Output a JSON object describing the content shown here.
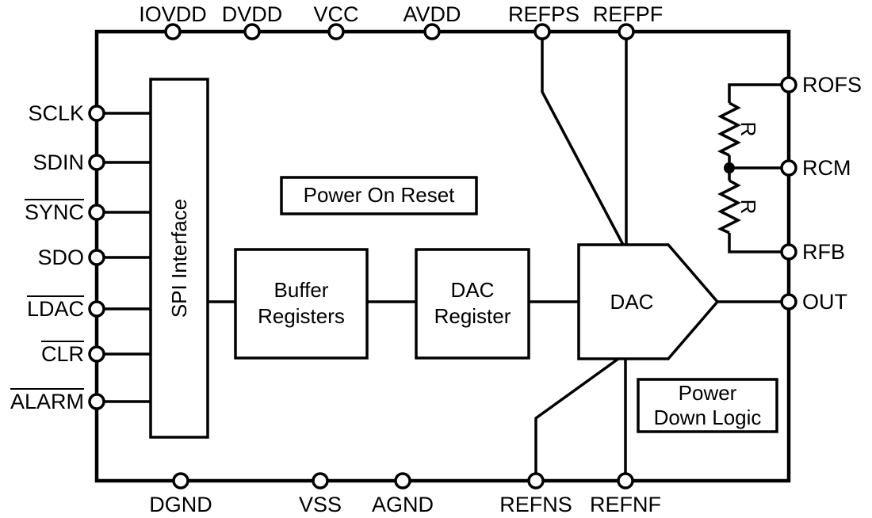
{
  "diagram": {
    "kind": "functional-block-diagram",
    "background": "#ffffff",
    "line_color": "#000000"
  },
  "pins": {
    "top": [
      {
        "label": "IOVDD"
      },
      {
        "label": "DVDD"
      },
      {
        "label": "VCC"
      },
      {
        "label": "AVDD"
      },
      {
        "label": "REFPS"
      },
      {
        "label": "REFPF"
      }
    ],
    "bottom": [
      {
        "label": "DGND"
      },
      {
        "label": "VSS"
      },
      {
        "label": "AGND"
      },
      {
        "label": "REFNS"
      },
      {
        "label": "REFNF"
      }
    ],
    "left": [
      {
        "label": "SCLK",
        "active_low": false
      },
      {
        "label": "SDIN",
        "active_low": false
      },
      {
        "label": "SYNC",
        "active_low": true
      },
      {
        "label": "SDO",
        "active_low": false
      },
      {
        "label": "LDAC",
        "active_low": true
      },
      {
        "label": "CLR",
        "active_low": true
      },
      {
        "label": "ALARM",
        "active_low": true
      }
    ],
    "right": [
      {
        "label": "ROFS"
      },
      {
        "label": "RCM"
      },
      {
        "label": "RFB"
      },
      {
        "label": "OUT"
      }
    ]
  },
  "blocks": {
    "spi_interface": {
      "label": "SPI Interface"
    },
    "power_on_reset": {
      "label": "Power On Reset"
    },
    "buffer_registers": {
      "line1": "Buffer",
      "line2": "Registers"
    },
    "dac_register": {
      "line1": "DAC",
      "line2": "Register"
    },
    "dac": {
      "label": "DAC"
    },
    "power_down_logic": {
      "line1": "Power",
      "line2": "Down Logic"
    }
  },
  "resistor_network": {
    "r_top": {
      "label": "R"
    },
    "r_bottom": {
      "label": "R"
    }
  }
}
